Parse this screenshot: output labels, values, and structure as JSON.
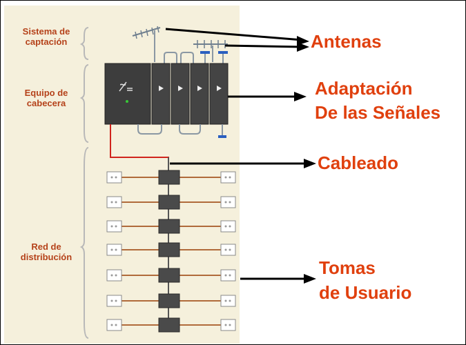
{
  "left_labels": {
    "captacion": "Sistema de\ncaptación",
    "cabecera": "Equipo de\ncabecera",
    "distribucion": "Red de\ndistribución"
  },
  "callouts": {
    "antenas": "Antenas",
    "adaptacion_1": "Adaptación",
    "adaptacion_2": "De las Señales",
    "cableado": "Cableado",
    "tomas_1": "Tomas",
    "tomas_2": "de Usuario"
  },
  "colors": {
    "label": "#b5421a",
    "callout": "#e0400e",
    "panel": "#f5f0dc",
    "module": "#444444",
    "cable_red": "#d0231c",
    "cable_brown": "#b06a3a",
    "connector_blue": "#2a5fc0"
  }
}
